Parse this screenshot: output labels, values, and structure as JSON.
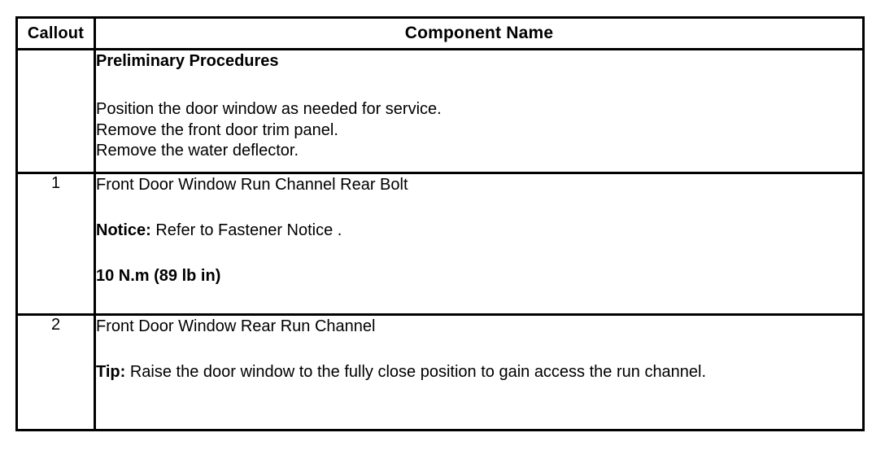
{
  "table": {
    "headers": {
      "callout": "Callout",
      "component_name": "Component Name"
    },
    "preliminary": {
      "title": "Preliminary Procedures",
      "steps": [
        "Position the door window as needed for service.",
        "Remove the front door trim panel.",
        "Remove the water deflector."
      ]
    },
    "rows": [
      {
        "callout": "1",
        "title": "Front Door Window Run Channel Rear Bolt",
        "notice_label": "Notice:",
        "notice_text": "Refer to Fastener Notice",
        "notice_suffix": ".",
        "torque": "10 N.m (89 lb in)"
      },
      {
        "callout": "2",
        "title": "Front Door Window Rear Run Channel",
        "tip_label": "Tip:",
        "tip_text": "Raise the door window to the fully close position to gain access the run channel."
      }
    ]
  }
}
